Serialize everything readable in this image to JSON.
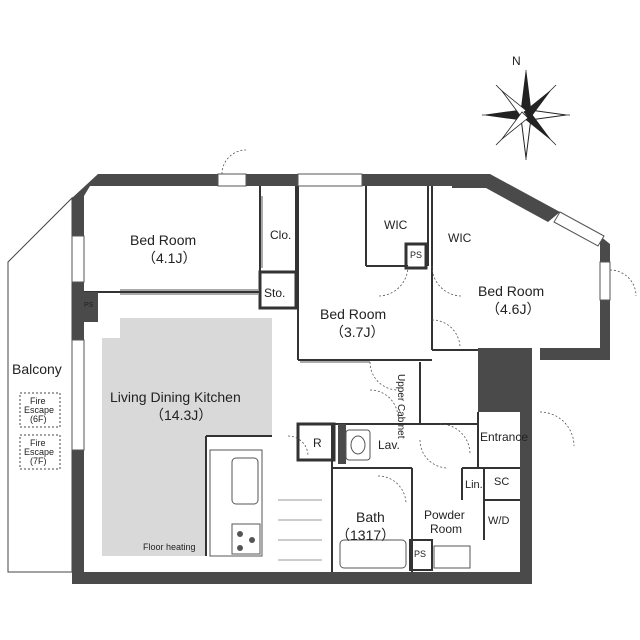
{
  "compass": {
    "north": "N"
  },
  "rooms": {
    "bed1": {
      "name": "Bed Room",
      "size": "（4.1J）"
    },
    "bed2": {
      "name": "Bed Room",
      "size": "（3.7J）"
    },
    "bed3": {
      "name": "Bed Room",
      "size": "（4.6J）"
    },
    "ldk": {
      "name": "Living Dining Kitchen",
      "size": "（14.3J）"
    },
    "bath": {
      "name": "Bath",
      "size": "（1317）"
    },
    "powder": {
      "name": "Powder",
      "name2": "Room"
    },
    "balcony": "Balcony",
    "entrance": "Entrance"
  },
  "labels": {
    "wic1": "WIC",
    "wic2": "WIC",
    "clo": "Clo.",
    "sto": "Sto.",
    "ps1": "PS",
    "ps2": "PS",
    "ps3": "PS",
    "upper_cabinet": "Upper Cabinet",
    "r": "R",
    "lav": "Lav.",
    "lin": "Lin.",
    "sc": "SC",
    "wd": "W/D",
    "floor_heating": "Floor heating",
    "fire6_a": "Fire",
    "fire6_b": "Escape",
    "fire6_c": "(6F)",
    "fire7_a": "Fire",
    "fire7_b": "Escape",
    "fire7_c": "(7F)"
  }
}
